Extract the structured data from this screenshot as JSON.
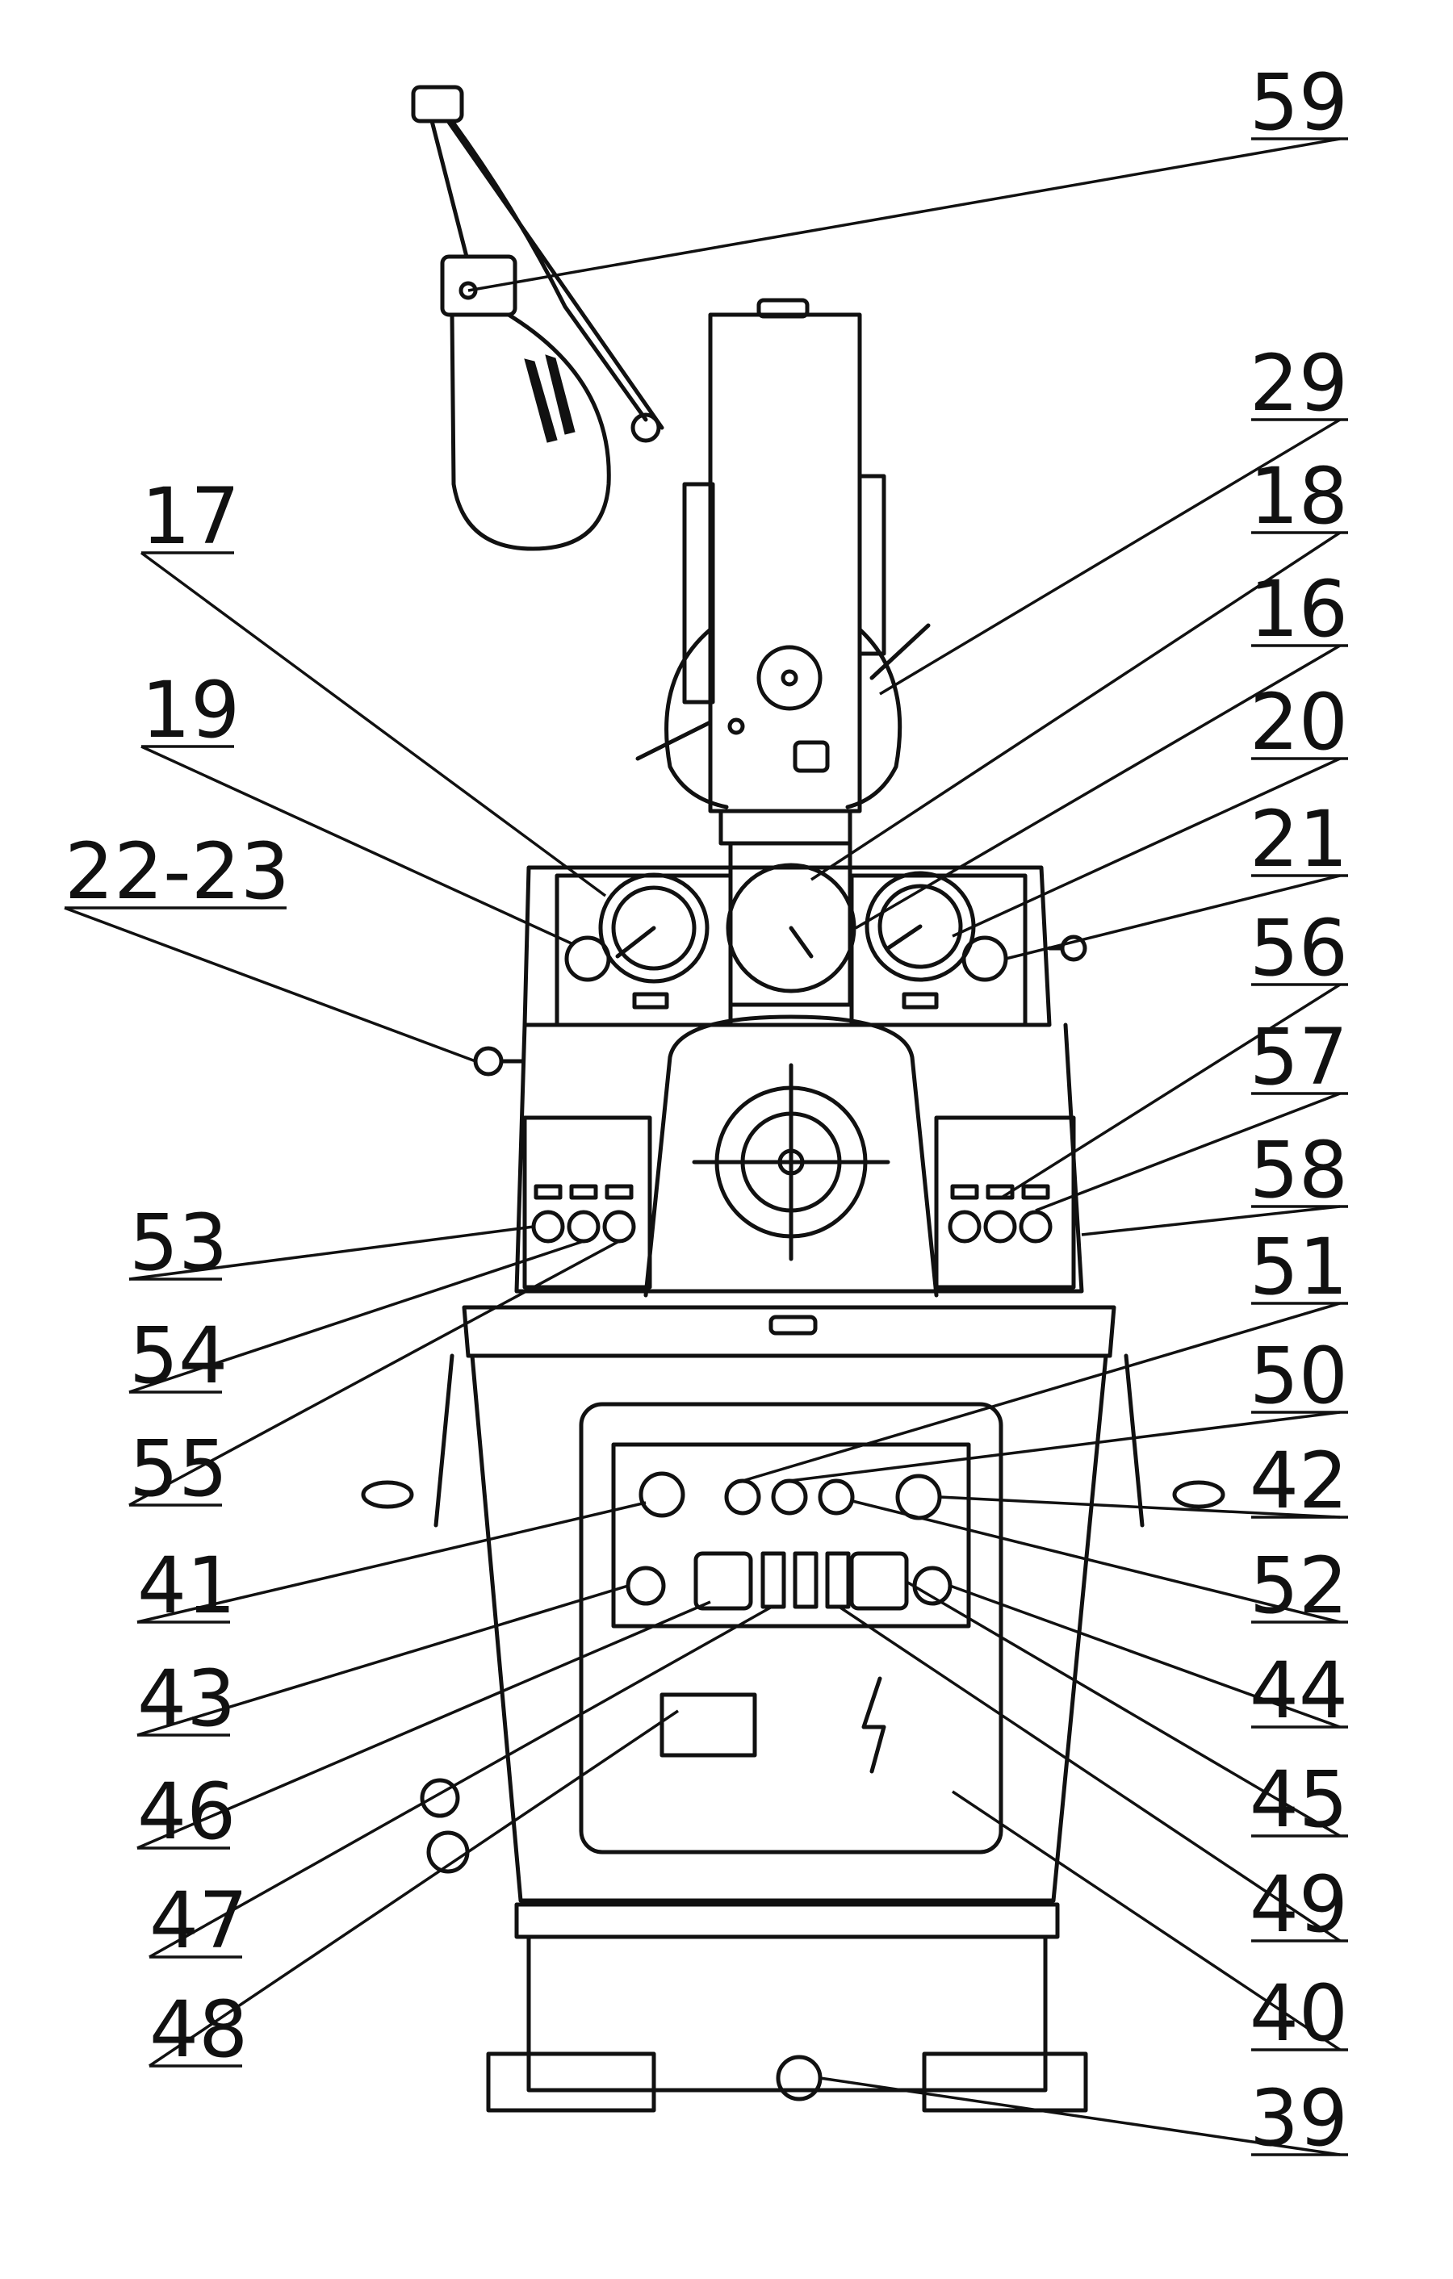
{
  "labels_left": [
    "17",
    "19",
    "22-23",
    "53",
    "54",
    "55",
    "41",
    "43",
    "46",
    "47",
    "48"
  ],
  "labels_right": [
    "59",
    "29",
    "18",
    "16",
    "20",
    "21",
    "56",
    "57",
    "58",
    "51",
    "50",
    "42",
    "52",
    "44",
    "45",
    "49",
    "40",
    "39"
  ]
}
